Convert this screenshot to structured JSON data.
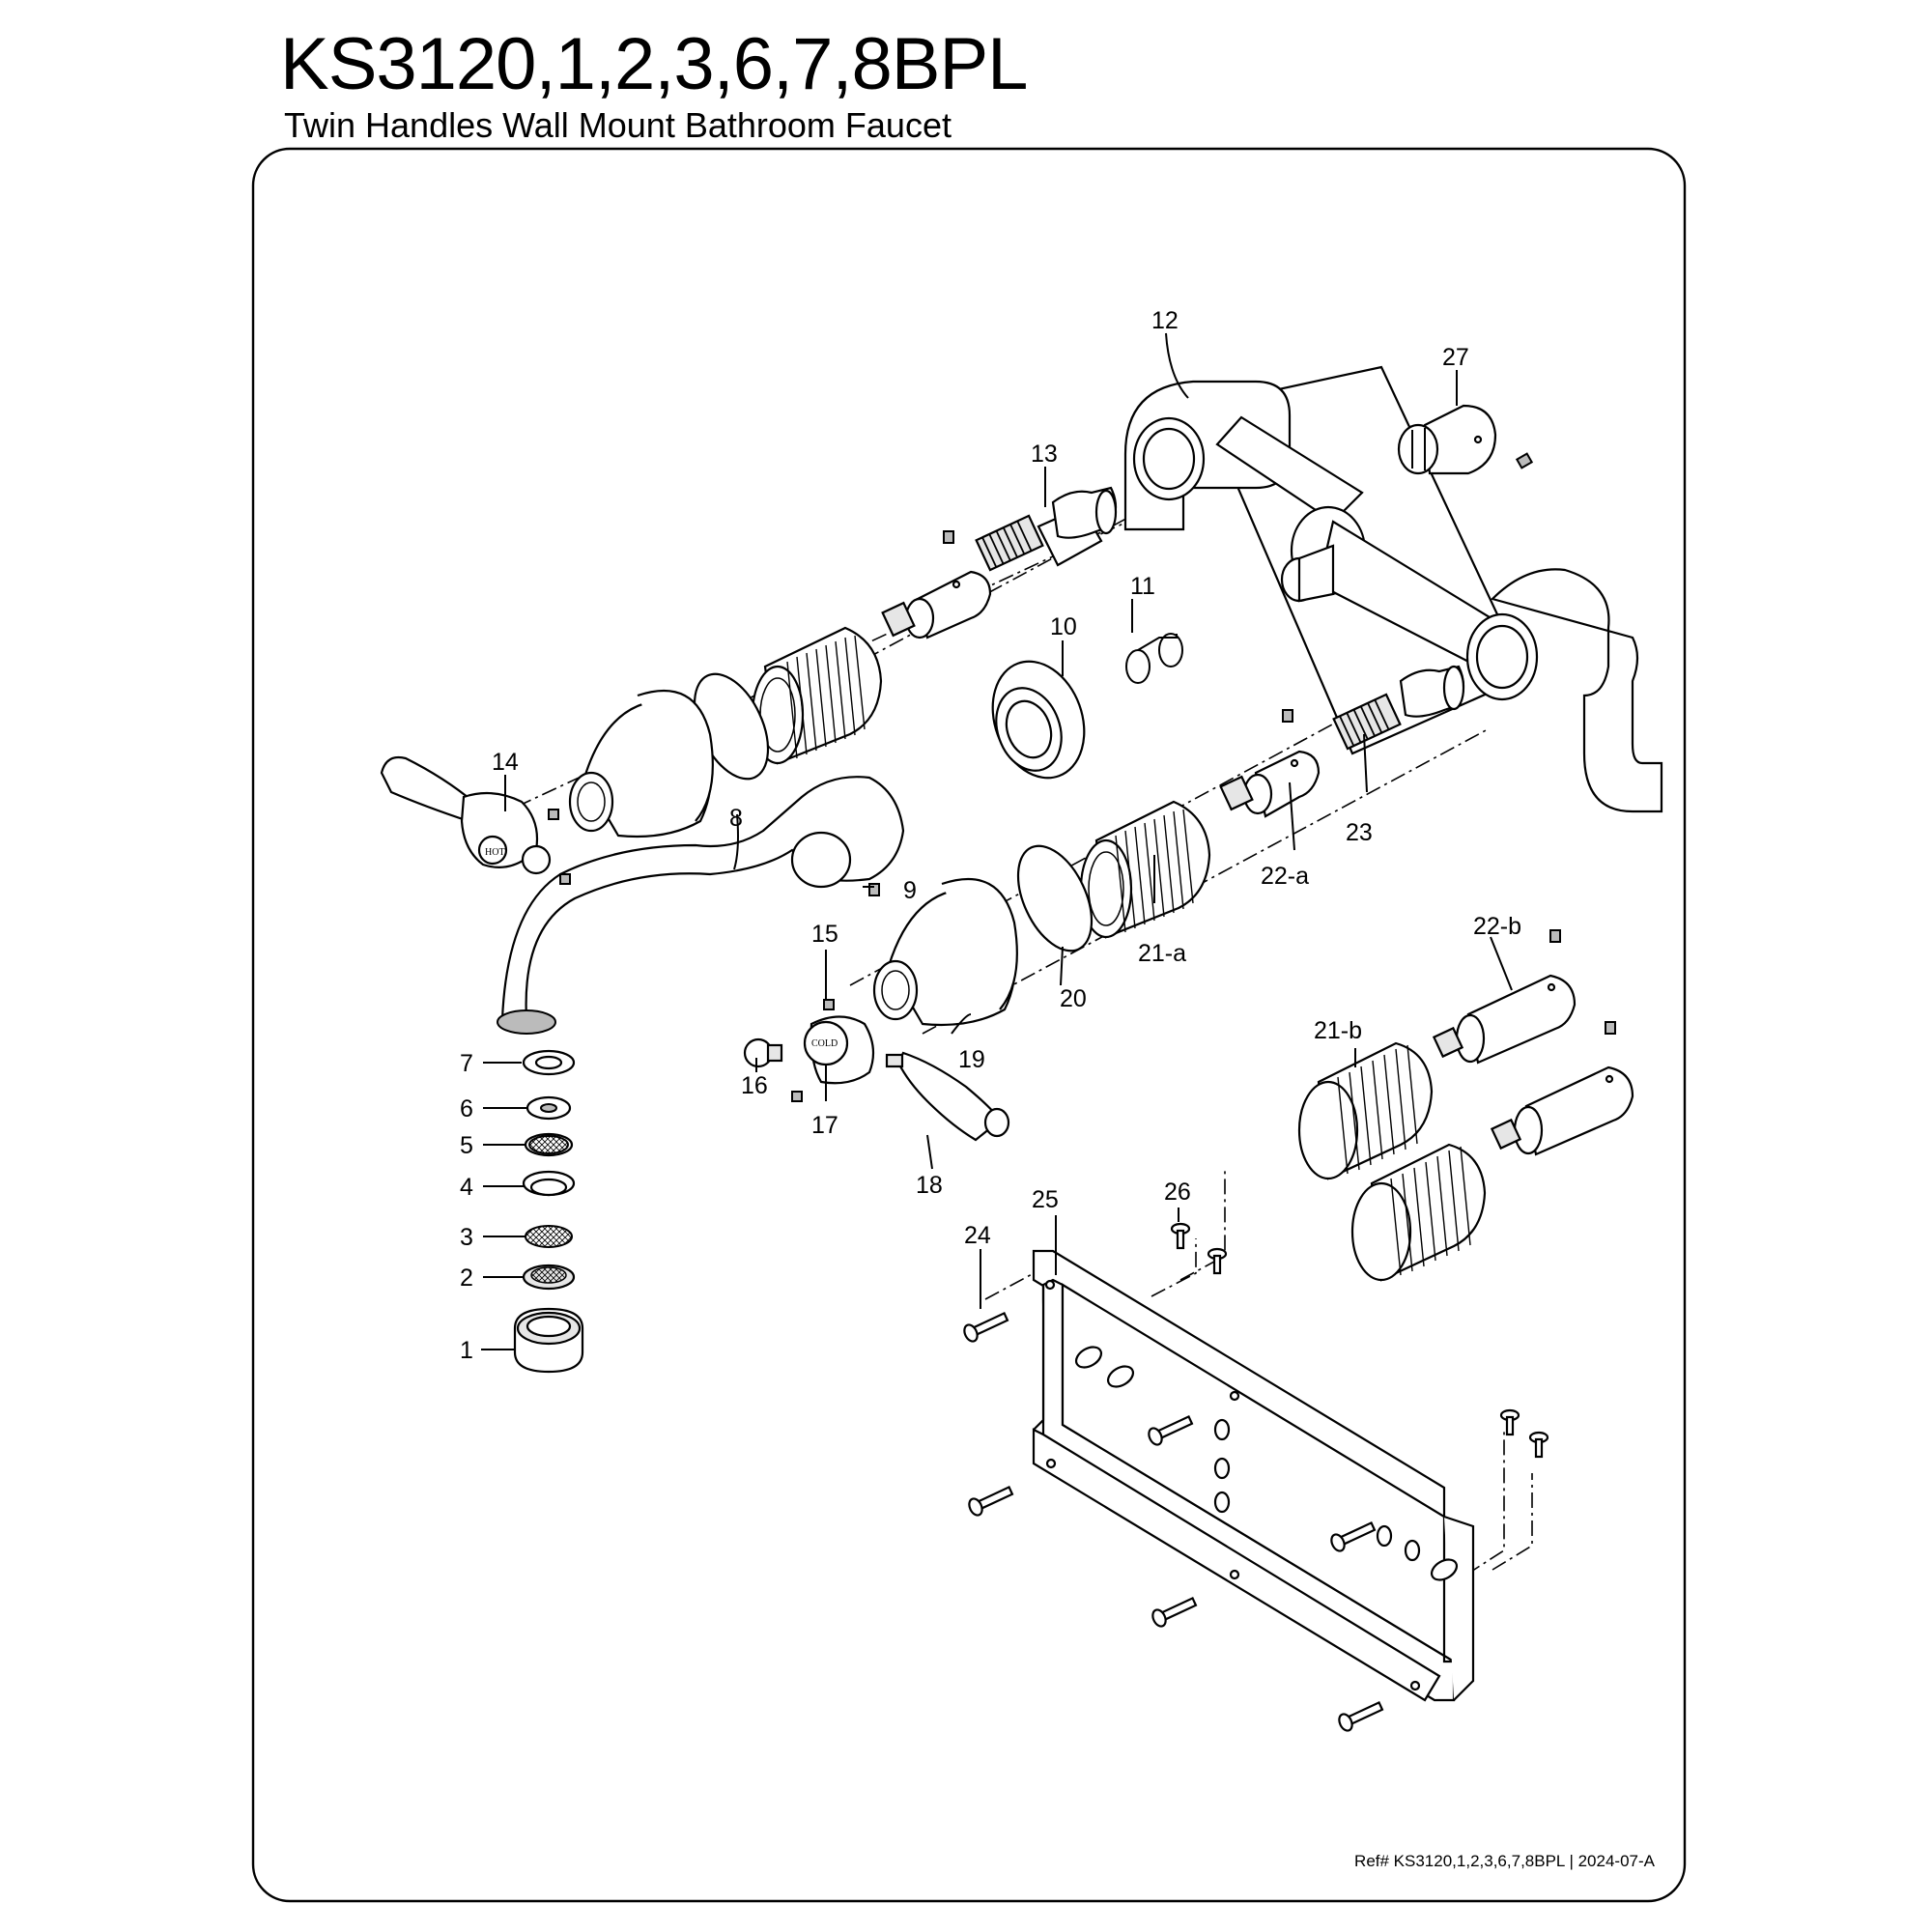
{
  "header": {
    "title": "KS3120,1,2,3,6,7,8BPL",
    "subtitle": "Twin Handles Wall Mount Bathroom Faucet"
  },
  "parts": {
    "p1": "1",
    "p2": "2",
    "p3": "3",
    "p4": "4",
    "p5": "5",
    "p6": "6",
    "p7": "7",
    "p8": "8",
    "p9": "9",
    "p10": "10",
    "p11": "11",
    "p12": "12",
    "p13": "13",
    "p14": "14",
    "p15": "15",
    "p16": "16",
    "p17": "17",
    "p18": "18",
    "p19": "19",
    "p20": "20",
    "p21a": "21-a",
    "p21b": "21-b",
    "p22a": "22-a",
    "p22b": "22-b",
    "p23": "23",
    "p24": "24",
    "p25": "25",
    "p26": "26",
    "p27": "27"
  },
  "handle_marks": {
    "hot": "HOT",
    "cold": "COLD"
  },
  "footer": {
    "ref": "Ref# KS3120,1,2,3,6,7,8BPL | 2024-07-A"
  }
}
